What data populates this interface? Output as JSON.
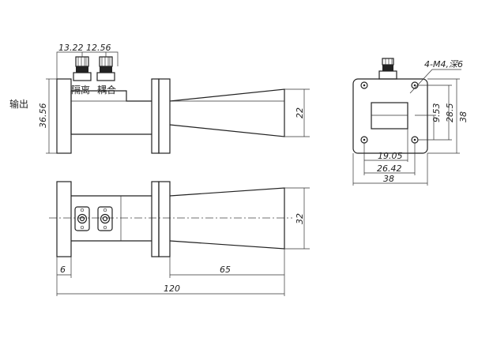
{
  "labels": {
    "output": "输出",
    "isolation": "隔离",
    "coupling": "耦合",
    "hole_spec": "4-M4,深6"
  },
  "dimensions": {
    "port_spacing_a": "13.22",
    "port_spacing_b": "12.56",
    "body_height": "36.56",
    "horn_small": "22",
    "horn_large": "32",
    "flange_thickness": "6",
    "horn_length": "65",
    "total_length": "120",
    "hole_offset_y": "9.53",
    "hole_spacing_y": "28.5",
    "flange_h": "38",
    "hole_offset_x": "19.05",
    "hole_spacing_x": "26.42",
    "flange_w": "38"
  }
}
